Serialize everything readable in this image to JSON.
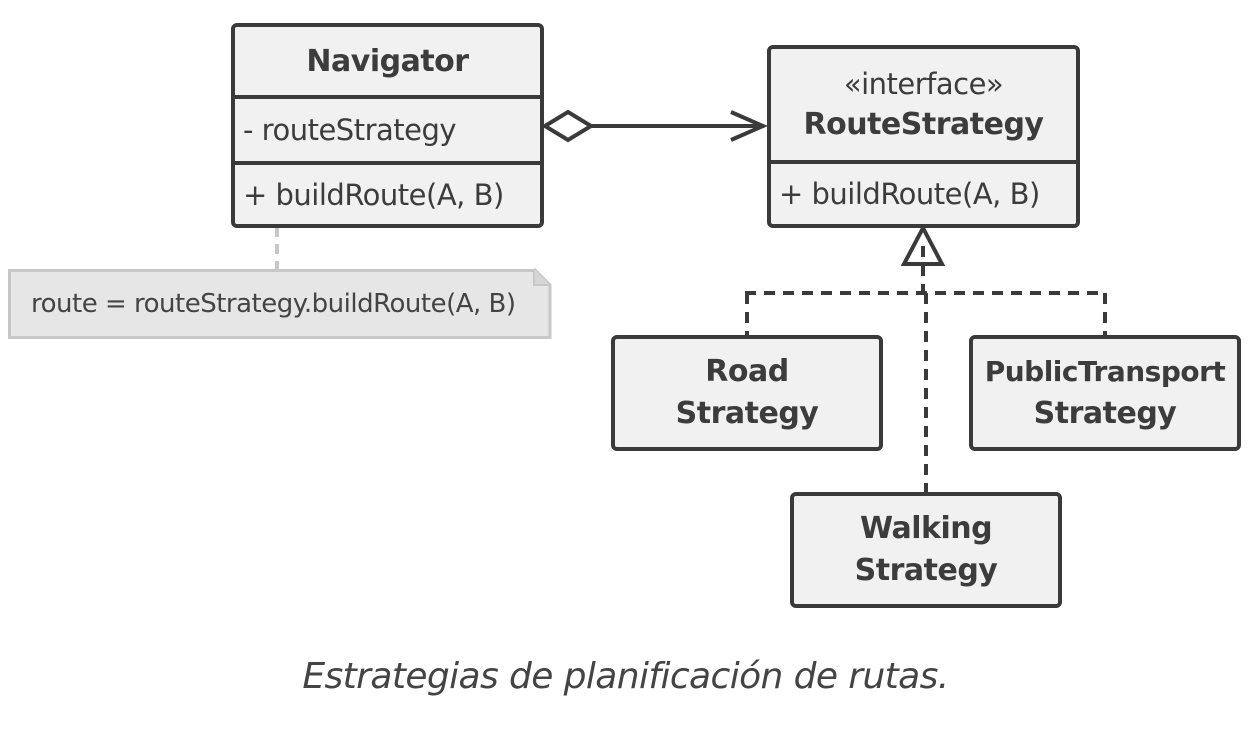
{
  "navigator": {
    "name": "Navigator",
    "field": "- routeStrategy",
    "method": "+ buildRoute(A, B)"
  },
  "route_strategy": {
    "stereotype": "«interface»",
    "name": "RouteStrategy",
    "method": "+ buildRoute(A, B)"
  },
  "note": {
    "text": "route = routeStrategy.buildRoute(A, B)"
  },
  "strategies": {
    "road": {
      "line1": "Road",
      "line2": "Strategy"
    },
    "public_transport": {
      "line1": "PublicTransport",
      "line2": "Strategy"
    },
    "walking": {
      "line1": "Walking",
      "line2": "Strategy"
    }
  },
  "caption": "Estrategias de planificación de rutas.",
  "colors": {
    "box_fill": "#f1f1f1",
    "stroke": "#3a3a3a",
    "note_fill": "#e6e6e6",
    "note_border": "#c7c7c7"
  }
}
